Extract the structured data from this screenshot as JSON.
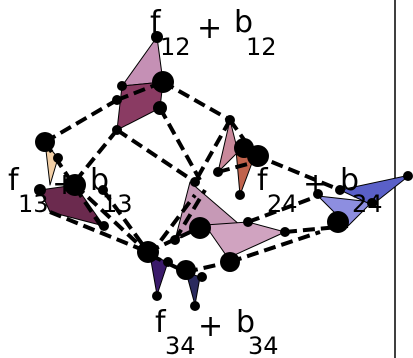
{
  "labels": {
    "top": {
      "f": "f",
      "f_sub": "12",
      "plus": "+",
      "b": "b",
      "b_sub": "12"
    },
    "left": {
      "f": "f",
      "f_sub": "13",
      "plus": "+",
      "b": "b",
      "b_sub": "13"
    },
    "right": {
      "f": "f",
      "f_sub": "24",
      "plus": "+",
      "b": "b",
      "b_sub": "24"
    },
    "bottom": {
      "f": "f",
      "f_sub": "34",
      "plus": "+",
      "b": "b",
      "b_sub": "34"
    }
  },
  "colors": {
    "top_face_light": "#c590b5",
    "top_face_dark": "#8a3b63",
    "left_face_light": "#f2cfa6",
    "left_face_dark": "#6b2a4e",
    "right_face_light": "#d98f86",
    "right_face_dark": "#c0634d",
    "far_right_face": "#5a60c8",
    "far_right_face_light": "#8d8ee0",
    "center_face": "#c699b6",
    "center_face_dark": "#b27ea3",
    "bottom_tip_left": "#3a1a6a",
    "bottom_tip_right": "#2a2a5e",
    "frame_line": "#000000"
  }
}
